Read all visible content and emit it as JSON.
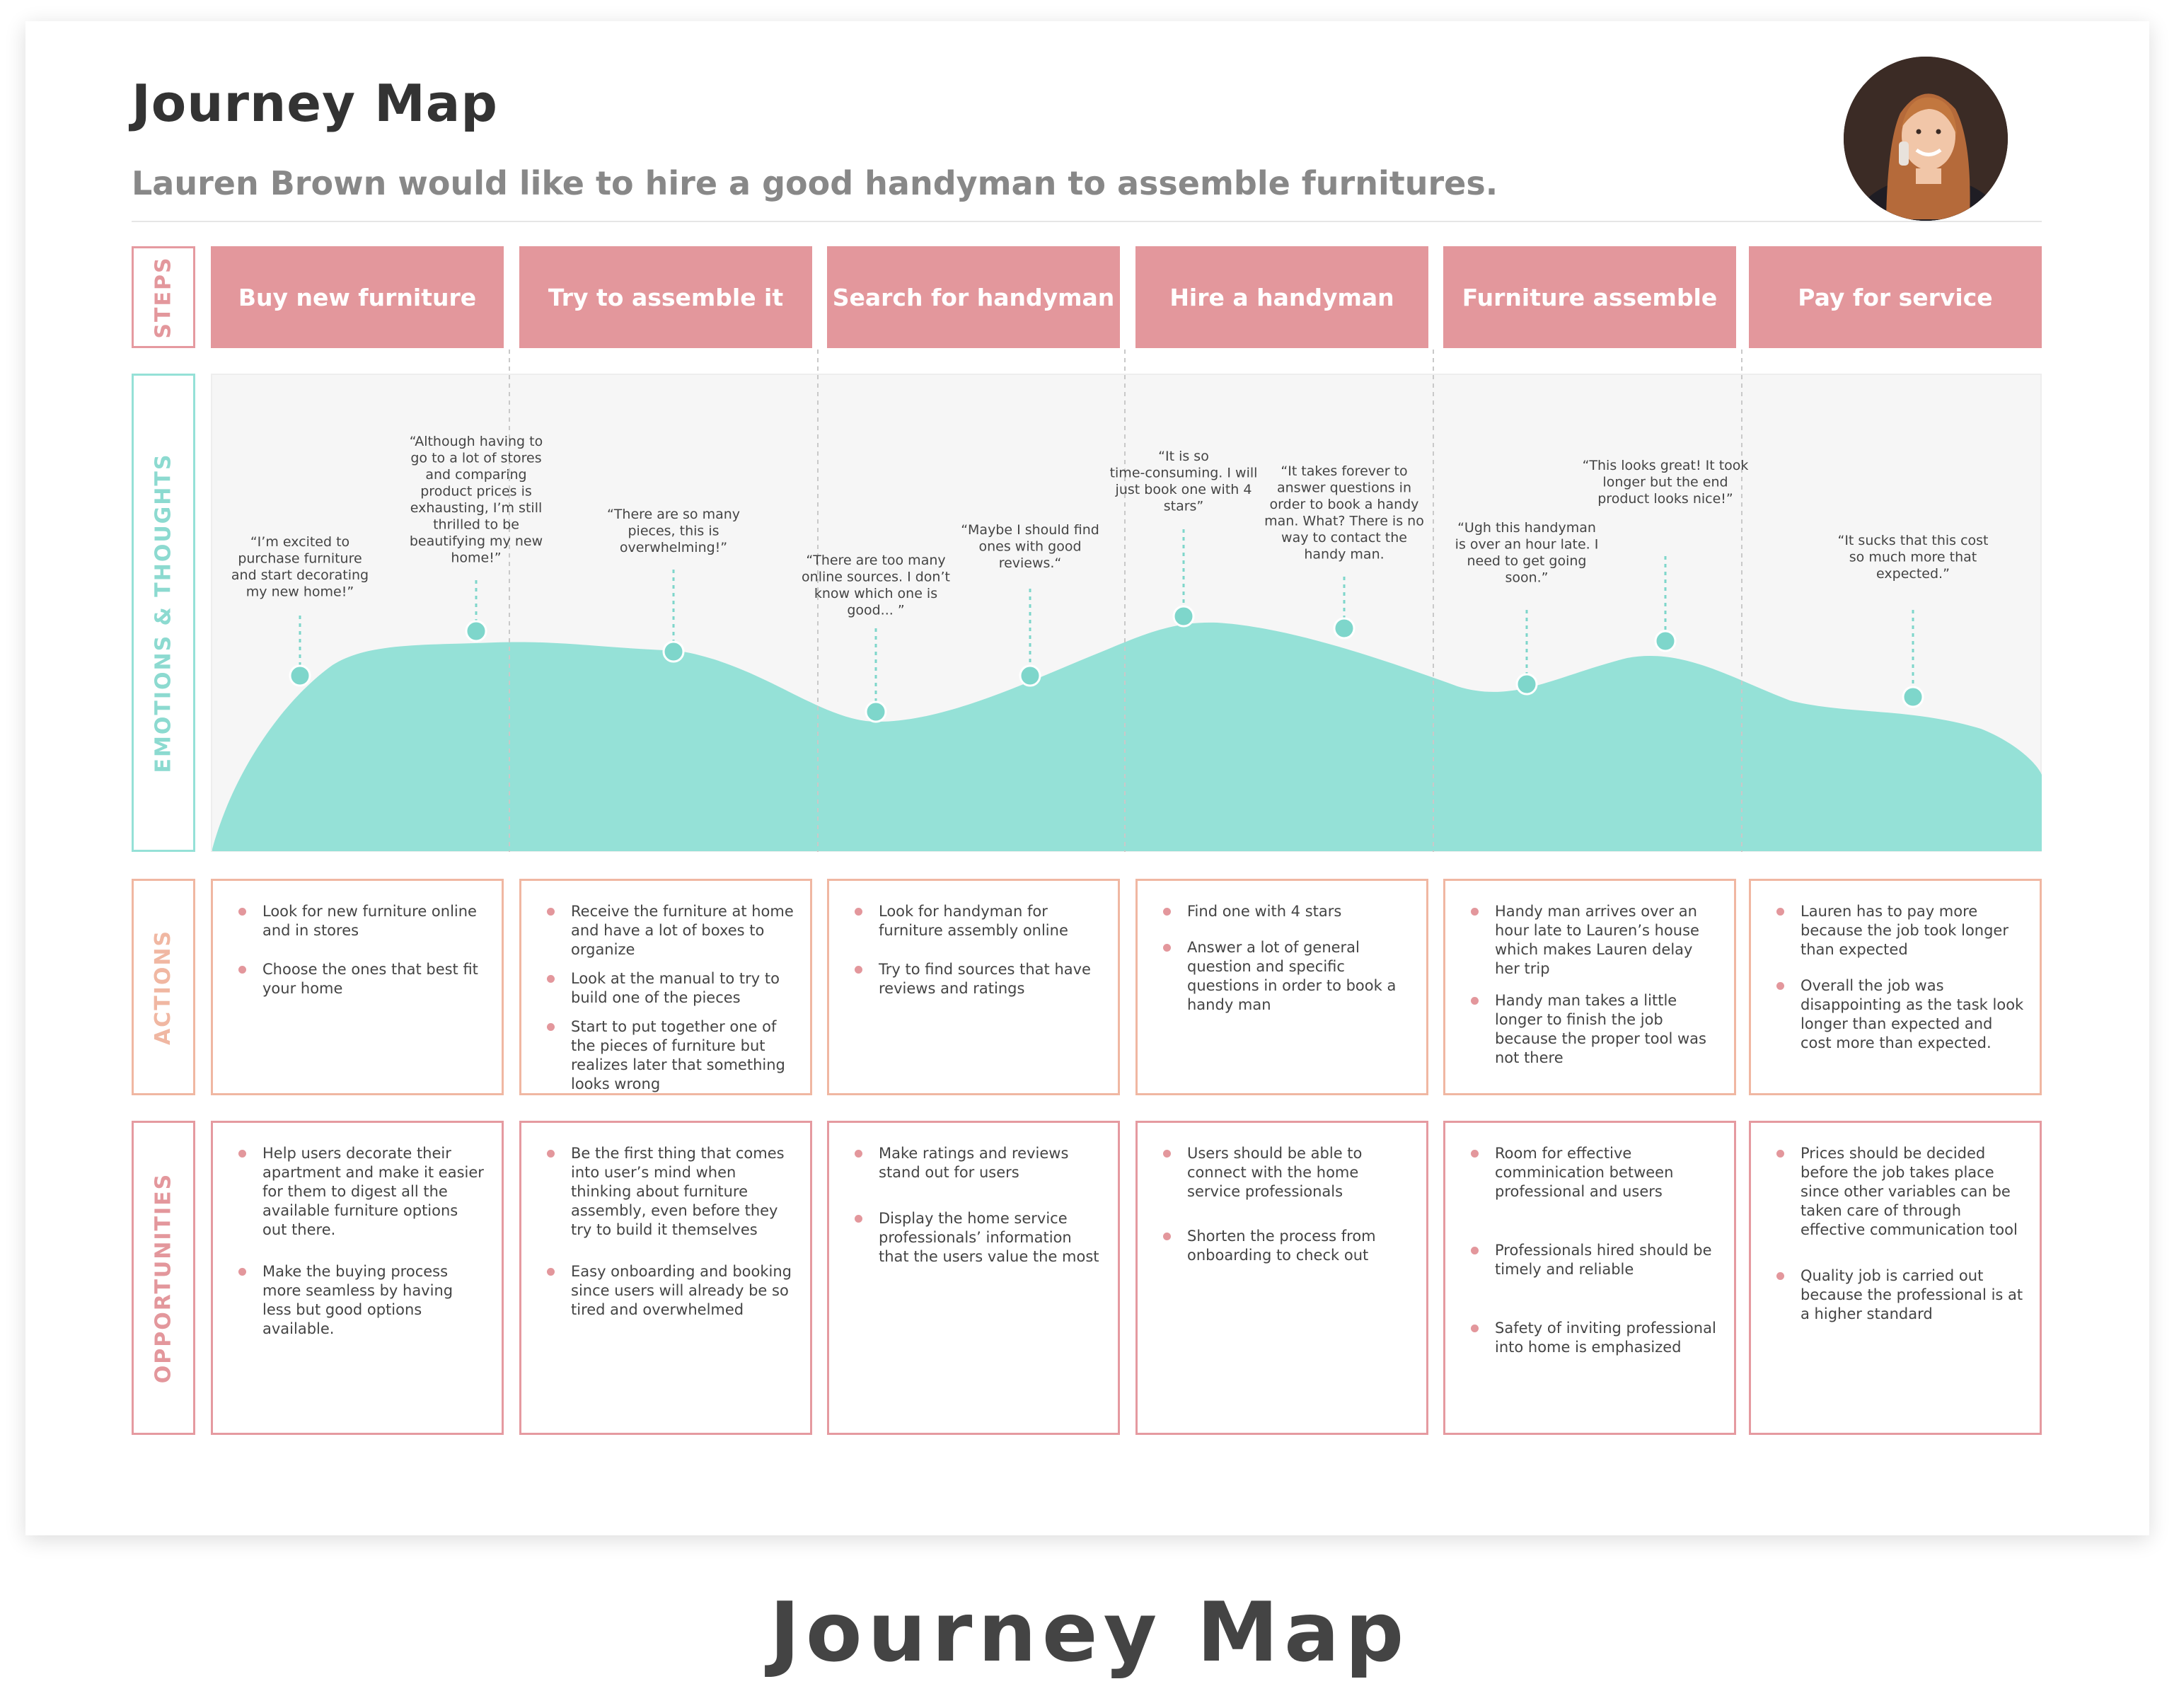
{
  "header": {
    "title": "Journey Map",
    "subtitle": "Lauren Brown would like to hire a good handyman to assemble furnitures."
  },
  "rows": {
    "steps": "STEPS",
    "emotions": "EMOTIONS & THOUGHTS",
    "actions": "ACTIONS",
    "opportunities": "OPPORTUNITIES"
  },
  "colors": {
    "step_fill": "#e3979c",
    "emotion_fill": "#95e1d7",
    "emotion_marker": "#7ed6cb",
    "actions_border": "#f0b7a2",
    "opportunities_border": "#e59aa0"
  },
  "steps": [
    "Buy new furniture",
    "Try to assemble it",
    "Search for handyman",
    "Hire a handyman",
    "Furniture assemble",
    "Pay for service"
  ],
  "emotions": [
    {
      "lines": [
        "“I’m excited to",
        "purchase furniture",
        "and start decorating",
        "my new home!”"
      ]
    },
    {
      "lines": [
        "“Although having to",
        "go to a lot of stores",
        "and comparing",
        "product prices is",
        "exhausting, I’m still",
        "thrilled to be",
        "beautifying my new",
        "home!”"
      ]
    },
    {
      "lines": [
        "“There are so many",
        "pieces, this is",
        "overwhelming!”"
      ]
    },
    {
      "lines": [
        "“There are too many",
        "online sources. I don’t",
        "know which one is",
        "good... ”"
      ]
    },
    {
      "lines": [
        "“Maybe I should find",
        "ones with good",
        "reviews.“"
      ]
    },
    {
      "lines": [
        "“It is so",
        "time-consuming. I will",
        "just book one with 4",
        "stars”"
      ]
    },
    {
      "lines": [
        "“It takes forever to",
        "answer  questions in",
        "order to book a handy",
        "man. What? There is no",
        "way to contact the",
        "handy man."
      ]
    },
    {
      "lines": [
        "“Ugh this handyman",
        "is over an hour late. I",
        "need to get going",
        "soon.”"
      ]
    },
    {
      "lines": [
        "“This looks great! It took",
        "longer but the end",
        "product looks nice!”"
      ]
    },
    {
      "lines": [
        "“It sucks that this cost",
        "so much more that",
        "expected.”"
      ]
    }
  ],
  "actions": [
    [
      "Look for new furniture online and in stores",
      "Choose the ones that best fit your home"
    ],
    [
      "Receive the furniture at home and have a lot of boxes to organize",
      "Look at the manual to try to build one of the pieces",
      "Start to put together one of the pieces of furniture but realizes later that something looks wrong"
    ],
    [
      "Look for handyman for furniture assembly online",
      "Try to find sources that have reviews and ratings"
    ],
    [
      "Find one with 4 stars",
      "Answer a lot of general question and specific questions in order to book a handy man"
    ],
    [
      "Handy man arrives over an hour late to Lauren’s house which makes Lauren delay her trip",
      "Handy man takes a little longer to finish the job because the proper tool was not there"
    ],
    [
      "Lauren has to pay more because the job took longer than expected",
      "Overall the job was disappointing as the task look longer than expected and cost more than expected."
    ]
  ],
  "opportunities": [
    [
      "Help users decorate their apartment and make it easier for them to digest all the available furniture options out there.",
      "Make the buying process more seamless by having less but good options available."
    ],
    [
      "Be the first thing that comes into user’s mind when thinking about furniture assembly, even before they try to build it themselves",
      "Easy onboarding and booking since users will already be so tired and overwhelmed"
    ],
    [
      "Make ratings and reviews stand out for users",
      "Display the home service professionals’ information that the users value the most"
    ],
    [
      "Users should be able to connect with the home service professionals",
      "Shorten the process from onboarding to check out"
    ],
    [
      "Room for effective comminication between professional and users",
      "Professionals hired should be timely and reliable",
      "Safety of inviting professional into home is emphasized"
    ],
    [
      "Prices should be decided before the job takes place since other variables can be taken care of through effective communication tool",
      "Quality job is carried out because the professional is at a higher standard"
    ]
  ],
  "footer": {
    "title": "Journey Map"
  }
}
